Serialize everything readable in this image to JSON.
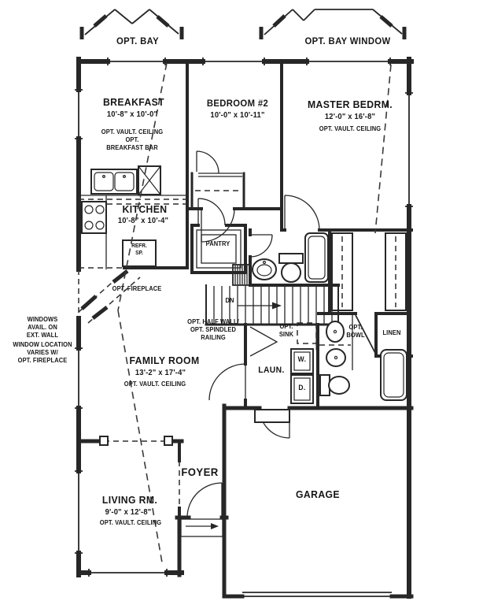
{
  "plan": {
    "bay_left_label": "OPT. BAY",
    "bay_right_label": "OPT. BAY WINDOW",
    "rooms": {
      "breakfast": {
        "name": "BREAKFAST",
        "dims": "10'-8\" x 10'-0\"",
        "note": "OPT. VAULT. CEILING\nOPT.\nBREAKFAST BAR"
      },
      "bedroom2": {
        "name": "BEDROOM #2",
        "dims": "10'-0\" x 10'-11\""
      },
      "master": {
        "name": "MASTER BEDRM.",
        "dims": "12'-0\" x 16'-8\"",
        "note": "OPT. VAULT. CEILING"
      },
      "kitchen": {
        "name": "KITCHEN",
        "dims": "10'-8\" x 10'-4\""
      },
      "family": {
        "name": "FAMILY ROOM",
        "dims": "13'-2\" x 17'-4\"",
        "note": "OPT. VAULT. CEILING"
      },
      "living": {
        "name": "LIVING RM.",
        "dims": "9'-0\" x 12'-8\"",
        "note": "OPT. VAULT. CEILING"
      },
      "foyer": {
        "name": "FOYER"
      },
      "garage": {
        "name": "GARAGE"
      },
      "pantry": {
        "name": "PANTRY"
      },
      "laundry": {
        "name": "LAUN."
      }
    },
    "fixtures": {
      "refrigerator": "REFR.\nSP.",
      "washer": "W.",
      "dryer": "D."
    },
    "annotations": {
      "fireplace": "OPT. FIREPLACE",
      "windows_avail": "WINDOWS\nAVAIL. ON\nEXT. WALL",
      "window_location": "WINDOW LOCATION\nVARIES W/\nOPT. FIREPLACE",
      "half_wall": "OPT. HALF WALL/\nOPT. SPINDLED\nRAILING",
      "opt_sink": "OPT.\nSINK",
      "opt_bowl": "OPT.\nBOWL",
      "linen": "LINEN",
      "stairs_down": "DN"
    },
    "colors": {
      "line": "#272727",
      "background": "#ffffff"
    }
  }
}
